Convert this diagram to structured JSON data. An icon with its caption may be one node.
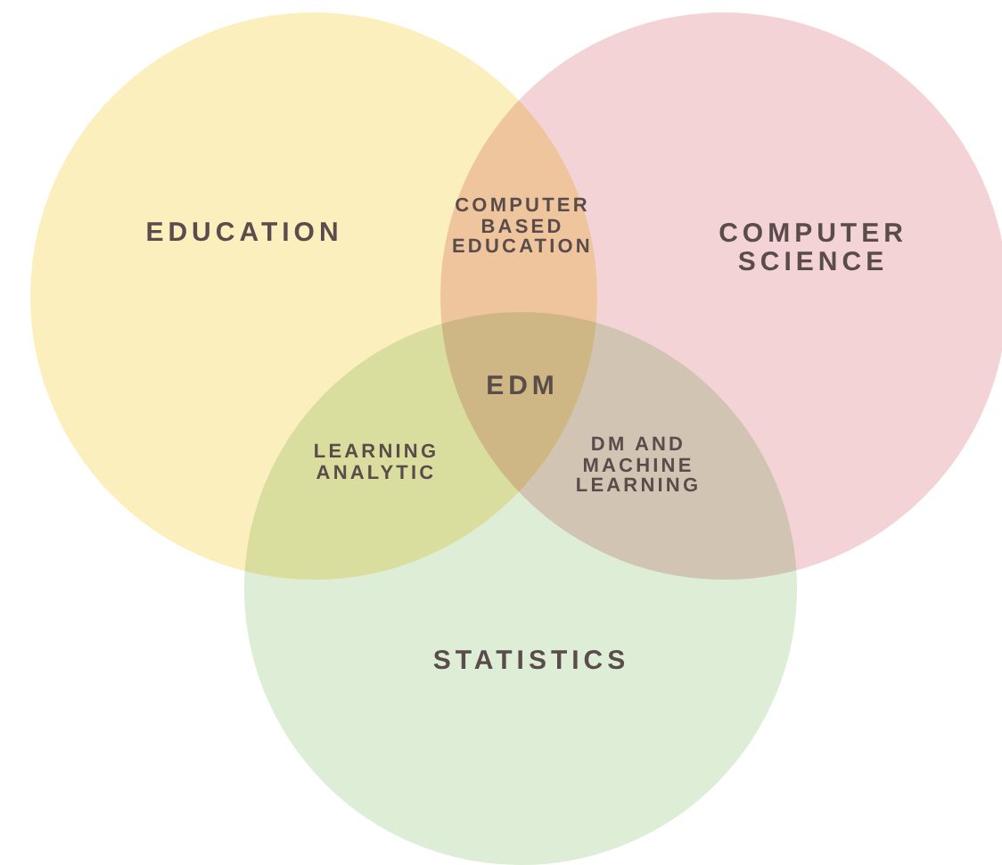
{
  "diagram": {
    "nodes": [
      {
        "text": [
          "EDUCATION"
        ]
      },
      {
        "text": [
          "COMPUTER SCIENCE"
        ]
      },
      {
        "text": [
          "STATISTICS"
        ]
      },
      {
        "text": [
          "COMPUTER BASED EDUCATION"
        ]
      },
      {
        "text": [
          "EDM"
        ]
      },
      {
        "text": [
          "LEARNING ANALYTIC"
        ]
      },
      {
        "text": [
          "DM AND MACHINE LEARNING"
        ]
      }
    ]
  }
}
